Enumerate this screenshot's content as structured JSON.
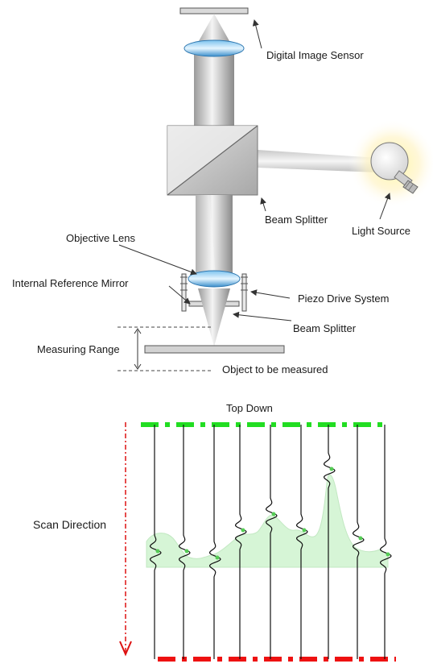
{
  "labels": {
    "digital_image_sensor": "Digital Image Sensor",
    "beam_splitter_top": "Beam Splitter",
    "light_source": "Light Source",
    "objective_lens": "Objective Lens",
    "internal_reference_mirror": "Internal Reference Mirror",
    "piezo_drive_system": "Piezo Drive System",
    "beam_splitter_bottom": "Beam Splitter",
    "measuring_range": "Measuring Range",
    "object_to_be_measured": "Object to be measured",
    "top_down": "Top Down",
    "scan_direction": "Scan Direction"
  },
  "colors": {
    "top_line": "#22dd22",
    "bottom_line": "#ee1111",
    "scan_arrow": "#dd1111",
    "profile_fill": "#d6f5d6",
    "lens": "#4a9fd8",
    "fringe_marker": "#55cc55"
  },
  "icons": [
    "light-bulb-icon",
    "lens-icon",
    "arrow-icon"
  ]
}
